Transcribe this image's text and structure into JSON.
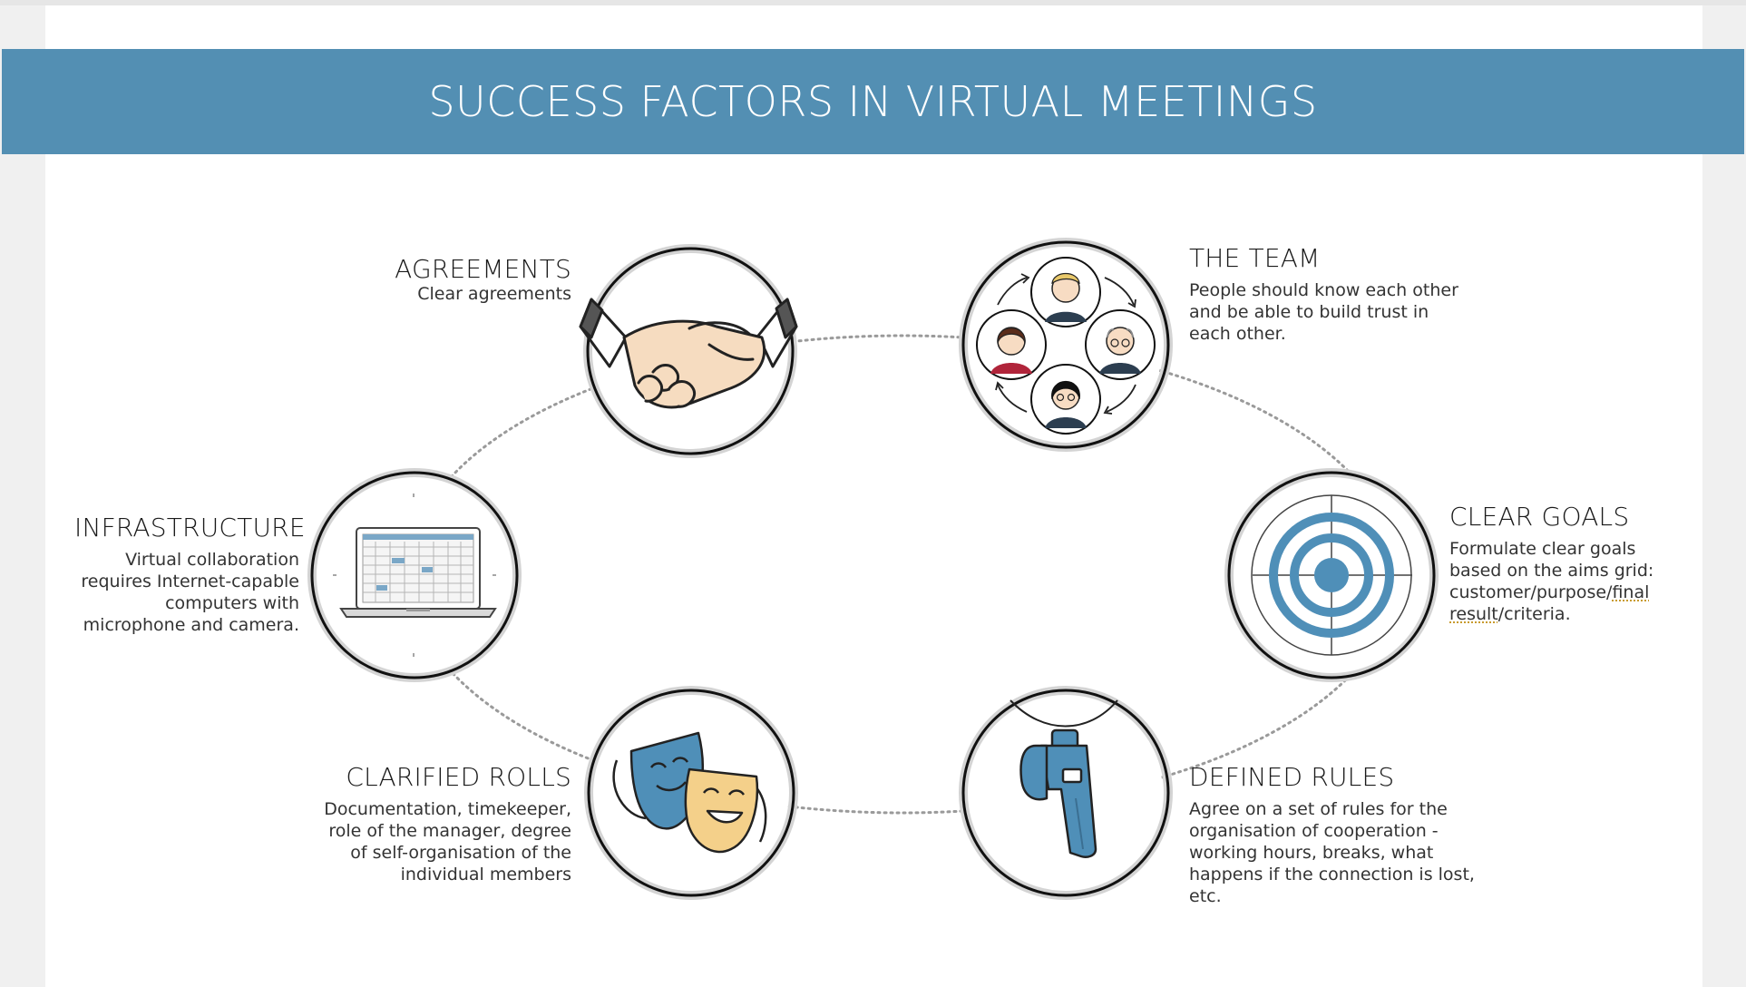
{
  "title": "SUCCESS FACTORS IN VIRTUAL MEETINGS",
  "colors": {
    "banner": "#538fb3",
    "accent_blue": "#4f8fb8",
    "mask_yellow": "#f4d08a"
  },
  "factors": {
    "agreements": {
      "heading": "AGREEMENTS",
      "text": "Clear agreements",
      "icon": "handshake-icon"
    },
    "team": {
      "heading": "THE TEAM",
      "text": "People should know each other and be able to build trust in each other.",
      "icon": "team-icon"
    },
    "infrastructure": {
      "heading": "INFRASTRUCTURE",
      "text": "Virtual collaboration requires Internet-capable computers with microphone and camera.",
      "icon": "laptop-icon"
    },
    "goals": {
      "heading": "CLEAR GOALS",
      "text_a": "Formulate clear goals based on the aims grid: customer/purpose/",
      "text_b": "final result",
      "text_c": "/criteria.",
      "icon": "target-icon"
    },
    "roles": {
      "heading": "CLARIFIED ROLLS",
      "text": "Documentation, timekeeper, role of the manager, degree of self-organisation of the individual members",
      "icon": "theater-masks-icon"
    },
    "rules": {
      "heading": "DEFINED RULES",
      "text": "Agree on a set of rules for the organisation of cooperation - working hours, breaks, what happens if the connection is lost, etc.",
      "icon": "whistle-icon"
    }
  }
}
